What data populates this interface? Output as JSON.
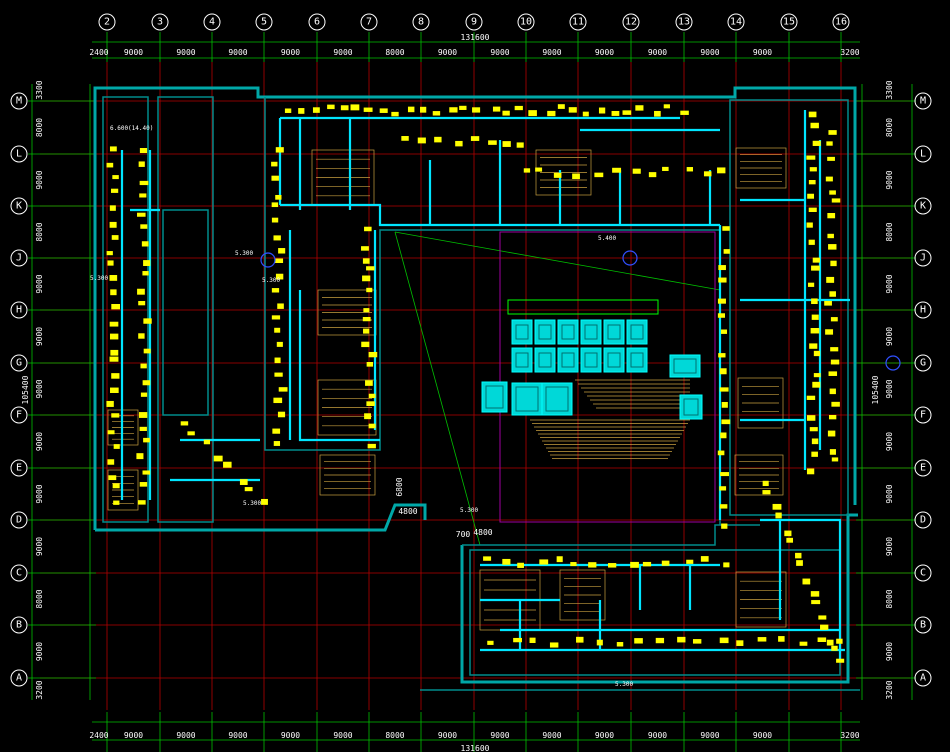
{
  "drawing": {
    "axes_top": [
      "2",
      "3",
      "4",
      "5",
      "6",
      "7",
      "8",
      "9",
      "10",
      "11",
      "12",
      "13",
      "14",
      "15",
      "16"
    ],
    "axes_side": [
      "M",
      "L",
      "K",
      "J",
      "H",
      "G",
      "F",
      "E",
      "D",
      "C",
      "B",
      "A"
    ],
    "dims_top": [
      "2400",
      "9000",
      "9000",
      "9000",
      "9000",
      "9000",
      "8000",
      "9000",
      "9000",
      "9000",
      "9000",
      "9000",
      "9000",
      "9000",
      "3200"
    ],
    "total_width_label": "131600",
    "dims_side": [
      "3300",
      "8000",
      "9000",
      "8000",
      "9000",
      "9000",
      "9000",
      "9000",
      "9000",
      "9000",
      "8000",
      "9000",
      "3200"
    ],
    "total_height_label": "105400",
    "elevations": [
      "5.300",
      "5.300",
      "5.300",
      "5.400",
      "5.300",
      "5.300",
      "5.300",
      "6.600(14.40)"
    ],
    "dims_misc": [
      "4800",
      "700",
      "4800",
      "6800"
    ]
  }
}
